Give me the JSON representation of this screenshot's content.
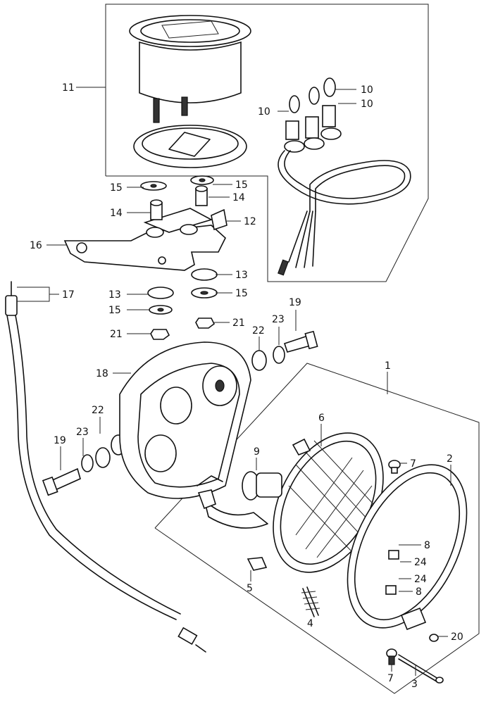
{
  "parts": [
    {
      "id": "n11",
      "number": "11"
    },
    {
      "id": "n10a",
      "number": "10"
    },
    {
      "id": "n10b",
      "number": "10"
    },
    {
      "id": "n10c",
      "number": "10"
    },
    {
      "id": "n15a",
      "number": "15"
    },
    {
      "id": "n15b",
      "number": "15"
    },
    {
      "id": "n14a",
      "number": "14"
    },
    {
      "id": "n14b",
      "number": "14"
    },
    {
      "id": "n12",
      "number": "12"
    },
    {
      "id": "n16",
      "number": "16"
    },
    {
      "id": "n13a",
      "number": "13"
    },
    {
      "id": "n17",
      "number": "17"
    },
    {
      "id": "n13b",
      "number": "13"
    },
    {
      "id": "n15c",
      "number": "15"
    },
    {
      "id": "n15d",
      "number": "15"
    },
    {
      "id": "n21a",
      "number": "21"
    },
    {
      "id": "n21b",
      "number": "21"
    },
    {
      "id": "n19a",
      "number": "19"
    },
    {
      "id": "n23a",
      "number": "23"
    },
    {
      "id": "n22a",
      "number": "22"
    },
    {
      "id": "n18",
      "number": "18"
    },
    {
      "id": "n1",
      "number": "1"
    },
    {
      "id": "n22b",
      "number": "22"
    },
    {
      "id": "n19b",
      "number": "19"
    },
    {
      "id": "n23b",
      "number": "23"
    },
    {
      "id": "n6",
      "number": "6"
    },
    {
      "id": "n9",
      "number": "9"
    },
    {
      "id": "n7a",
      "number": "7"
    },
    {
      "id": "n2",
      "number": "2"
    },
    {
      "id": "n8a",
      "number": "8"
    },
    {
      "id": "n24a",
      "number": "24"
    },
    {
      "id": "n24b",
      "number": "24"
    },
    {
      "id": "n8b",
      "number": "8"
    },
    {
      "id": "n5",
      "number": "5"
    },
    {
      "id": "n4",
      "number": "4"
    },
    {
      "id": "n20",
      "number": "20"
    },
    {
      "id": "n7b",
      "number": "7"
    },
    {
      "id": "n3",
      "number": "3"
    }
  ]
}
